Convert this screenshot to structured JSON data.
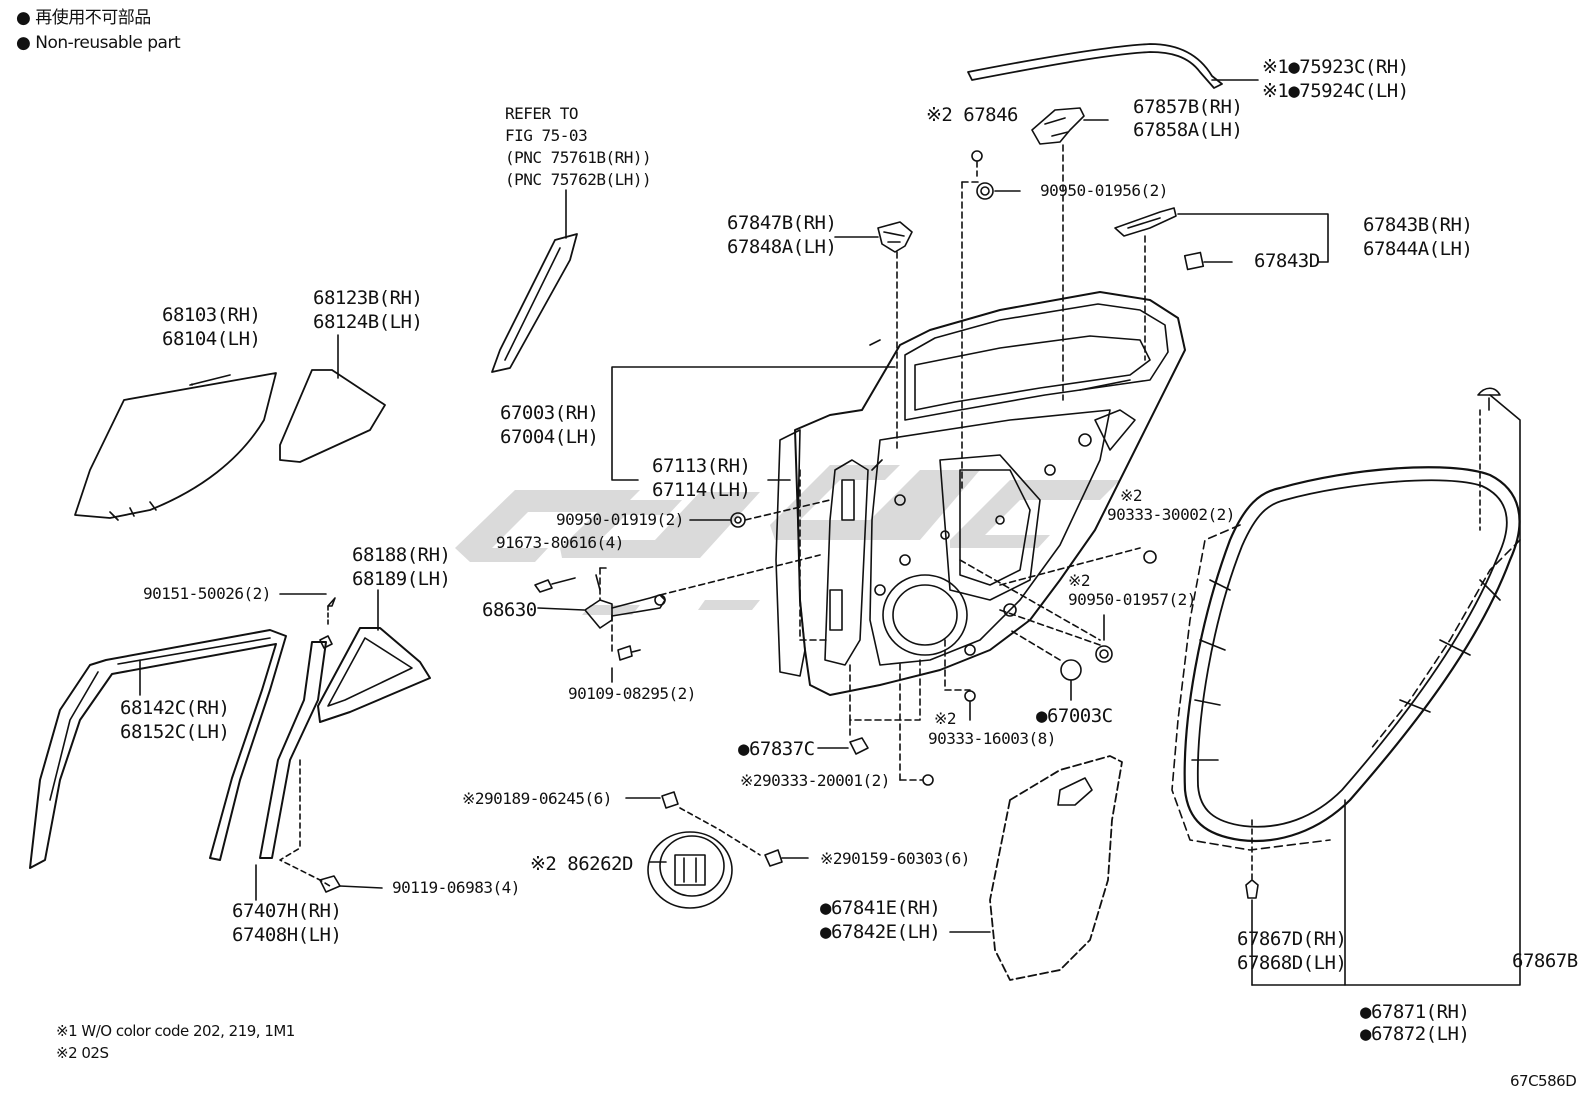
{
  "legend": {
    "line1": "● 再使用不可部品",
    "line2": "● Non-reusable part"
  },
  "footnotes": {
    "n1": "※1 W/O color code 202, 219, 1M1",
    "n2": "※2 02S"
  },
  "figure_code": "67C586D",
  "refer_note": "REFER TO\nFIG 75-03\n(PNC 75761B(RH))\n(PNC 75762B(LH))",
  "labels": {
    "p75923": "※1●75923C(RH)",
    "p75924": "※1●75924C(LH)",
    "p67846": "※2 67846",
    "p67857": "67857B(RH)",
    "p67858": "67858A(LH)",
    "p90950_01956": "90950-01956(2)",
    "p67847": "67847B(RH)",
    "p67848": "67848A(LH)",
    "p67843B": "67843B(RH)",
    "p67844A": "67844A(LH)",
    "p67843D": "67843D",
    "p68103": "68103(RH)",
    "p68104": "68104(LH)",
    "p68123": "68123B(RH)",
    "p68124": "68124B(LH)",
    "p67003": "67003(RH)",
    "p67004": "67004(LH)",
    "p67113": "67113(RH)",
    "p67114": "67114(LH)",
    "s2_a": "※2",
    "p90333_30002": "90333-30002(2)",
    "p90950_01919": "90950-01919(2)",
    "p91673": "91673-80616(4)",
    "p68188": "68188(RH)",
    "p68189": "68189(LH)",
    "p90151": "90151-50026(2)",
    "p68630": "68630",
    "s2_b": "※2",
    "p90950_01957": "90950-01957(2)",
    "p90109": "90109-08295(2)",
    "p68142": "68142C(RH)",
    "p68152": "68152C(LH)",
    "p67003C": "●67003C",
    "s2_c": "※2",
    "p90333_16003": "90333-16003(8)",
    "p67837C": "●67837C",
    "p90333_20001": "※290333-20001(2)",
    "p90189": "※290189-06245(6)",
    "p86262": "※2 86262D",
    "p90159": "※290159-60303(6)",
    "p90119": "90119-06983(4)",
    "p67407": "67407H(RH)",
    "p67408": "67408H(LH)",
    "p67841": "●67841E(RH)",
    "p67842": "●67842E(LH)",
    "p67867D": "67867D(RH)",
    "p67868D": "67868D(LH)",
    "p67867B": "67867B",
    "p67871": "●67871(RH)",
    "p67872": "●67872(LH)"
  }
}
